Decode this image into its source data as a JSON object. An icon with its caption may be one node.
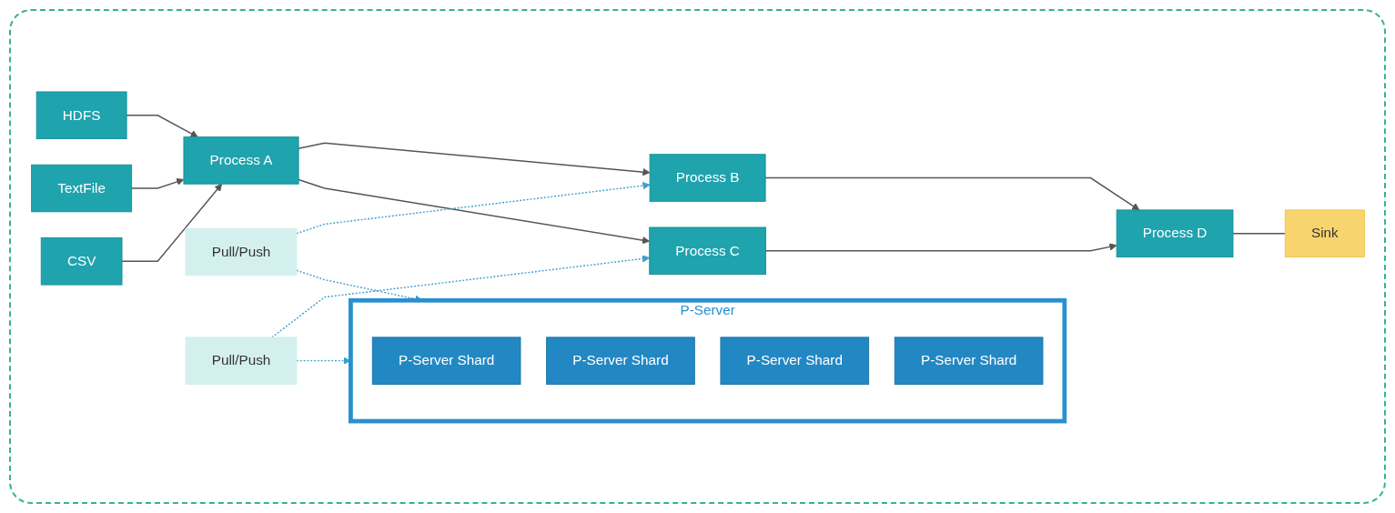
{
  "diagram": {
    "nodes": [
      {
        "text": [
          "HDFS"
        ]
      },
      {
        "text": [
          "TextFile"
        ]
      },
      {
        "text": [
          "CSV"
        ]
      },
      {
        "text": [
          "Process A"
        ]
      },
      {
        "text": [
          "Process B"
        ]
      },
      {
        "text": [
          "Process C"
        ]
      },
      {
        "text": [
          "Process D"
        ]
      },
      {
        "text": [
          "Sink"
        ]
      },
      {
        "text": [
          "Pull/Push"
        ]
      },
      {
        "text": [
          "Pull/Push"
        ]
      },
      {
        "text": [
          "P-Server"
        ]
      },
      {
        "text": [
          "P-Server Shard"
        ],
        "in": 10
      },
      {
        "text": [
          "P-Server Shard"
        ],
        "in": 10
      },
      {
        "text": [
          "P-Server Shard"
        ],
        "in": 10
      },
      {
        "text": [
          "P-Server Shard"
        ],
        "in": 10
      }
    ],
    "edges": [
      {
        "from": 0,
        "to": 3,
        "arrow": "to"
      },
      {
        "from": 1,
        "to": 3,
        "arrow": "to"
      },
      {
        "from": 2,
        "to": 3,
        "arrow": "to"
      },
      {
        "from": 3,
        "to": 4,
        "arrow": "to"
      },
      {
        "from": 3,
        "to": 5,
        "arrow": "to"
      },
      {
        "from": 4,
        "to": 6,
        "arrow": "to"
      },
      {
        "from": 5,
        "to": 6,
        "arrow": "to"
      },
      {
        "from": 6,
        "to": 7,
        "arrow": "none"
      },
      {
        "from": 8,
        "to": 4,
        "arrow": "to",
        "style": "dashed",
        "color": "#3a9fd0"
      },
      {
        "from": 8,
        "to": 10,
        "arrow": "to",
        "style": "dashed",
        "color": "#3a9fd0"
      },
      {
        "from": 9,
        "to": 5,
        "arrow": "to",
        "style": "dashed",
        "color": "#3a9fd0"
      },
      {
        "from": 9,
        "to": 10,
        "arrow": "to",
        "style": "dashed",
        "color": "#3a9fd0"
      }
    ]
  }
}
